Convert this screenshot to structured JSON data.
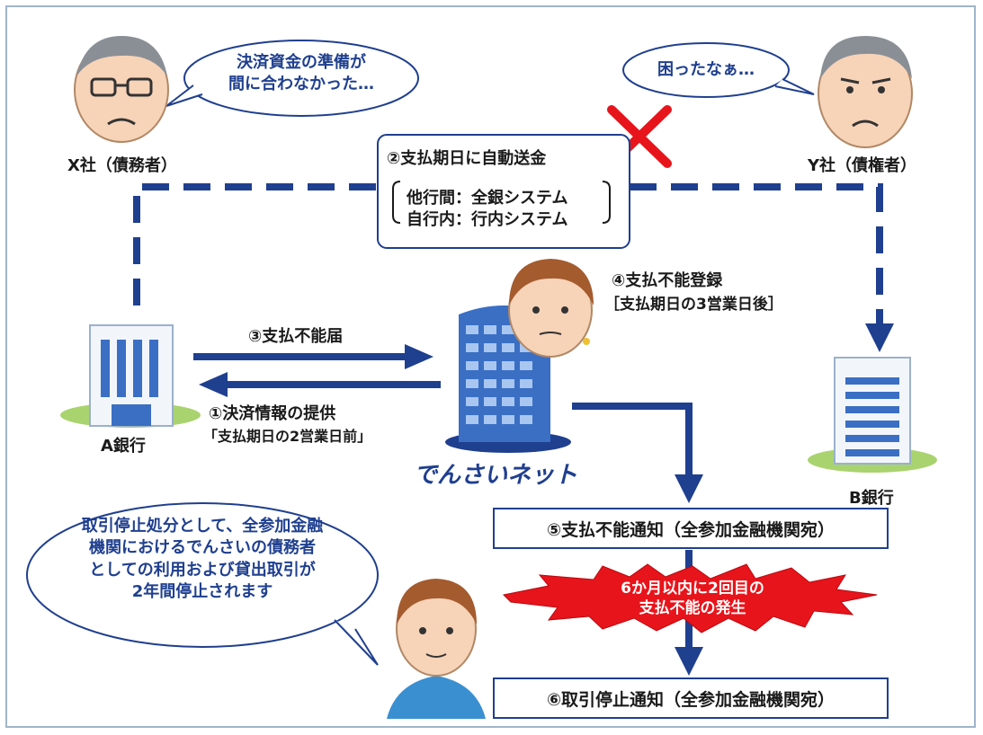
{
  "x_company": {
    "bubble": [
      "決済資金の準備が",
      "間に合わなかった…"
    ],
    "label": "X社（債務者）"
  },
  "y_company": {
    "bubble": "困ったなぁ…",
    "label": "Y社（債権者）"
  },
  "step2": {
    "title": "②支払期日に自動送金",
    "line1": "他行間：全銀システム",
    "line2": "自行内：行内システム"
  },
  "step4": {
    "title": "④支払不能登録",
    "sub": "［支払期日の3営業日後］"
  },
  "step3": "③支払不能届",
  "step1": {
    "title": "①決済情報の提供",
    "sub": "「支払期日の2営業日前」"
  },
  "bank_a": "A銀行",
  "bank_b": "B銀行",
  "densai_net": "でんさいネット",
  "step5": "⑤支払不能通知（全参加金融機関宛）",
  "warning": [
    "6か月以内に2回目の",
    "支払不能の発生"
  ],
  "step6": "⑥取引停止通知（全参加金融機関宛）",
  "operator_bubble": [
    "取引停止処分として、全参加金融",
    "機関におけるでんさいの債務者",
    "としての利用および貸出取引が",
    "2年間停止されます"
  ],
  "colors": {
    "arrow": "#1f3f8f",
    "warning_burst": "#e8141b",
    "bank_ground": "#a9d36e",
    "building": "#3a6fc4"
  },
  "icons": {
    "x_mark": "cross-icon",
    "person_x": "worried-man-icon",
    "person_y": "troubled-man-icon",
    "operator": "woman-operator-icon"
  }
}
